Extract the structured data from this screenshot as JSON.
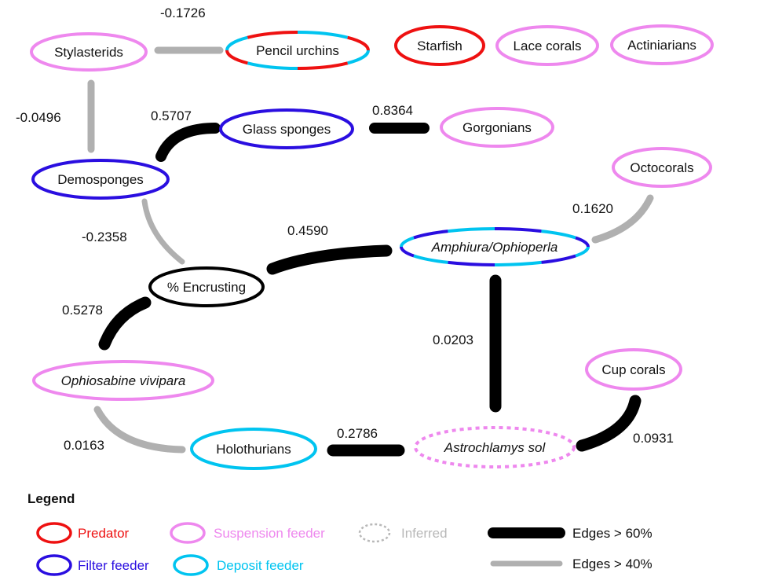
{
  "colors": {
    "predator": "#ee1111",
    "suspension": "#ee88ee",
    "filter": "#2a0ee0",
    "deposit": "#00c4f0",
    "inferred": "#b8b8b8",
    "strong_edge": "#000000",
    "weak_edge": "#b0b0b0"
  },
  "nodes": [
    {
      "id": "stylasterids",
      "label": "Stylasterids",
      "style": "suspension",
      "italic": false
    },
    {
      "id": "pencil",
      "label": "Pencil urchins",
      "style": "predator-deposit",
      "italic": false
    },
    {
      "id": "starfish",
      "label": "Starfish",
      "style": "predator",
      "italic": false
    },
    {
      "id": "lace",
      "label": "Lace corals",
      "style": "suspension",
      "italic": false
    },
    {
      "id": "actin",
      "label": "Actiniarians",
      "style": "suspension",
      "italic": false
    },
    {
      "id": "glass",
      "label": "Glass sponges",
      "style": "filter",
      "italic": false
    },
    {
      "id": "gorgon",
      "label": "Gorgonians",
      "style": "suspension",
      "italic": false
    },
    {
      "id": "demo",
      "label": "Demosponges",
      "style": "filter",
      "italic": false
    },
    {
      "id": "octo",
      "label": "Octocorals",
      "style": "suspension",
      "italic": false
    },
    {
      "id": "amph",
      "label": "Amphiura/Ophioperla",
      "style": "filter-deposit",
      "italic": true
    },
    {
      "id": "encr",
      "label": "% Encrusting",
      "style": "black",
      "italic": false
    },
    {
      "id": "ophio",
      "label": "Ophiosabine vivipara",
      "style": "suspension",
      "italic": true
    },
    {
      "id": "cup",
      "label": "Cup corals",
      "style": "suspension",
      "italic": false
    },
    {
      "id": "holo",
      "label": "Holothurians",
      "style": "deposit",
      "italic": false
    },
    {
      "id": "astro",
      "label": "Astrochlamys sol",
      "style": "inferred-suspension",
      "italic": true
    }
  ],
  "edges": [
    {
      "from": "stylasterids",
      "to": "pencil",
      "value": "-0.1726",
      "strength": "weak"
    },
    {
      "from": "stylasterids",
      "to": "demo",
      "value": "-0.0496",
      "strength": "weak"
    },
    {
      "from": "demo",
      "to": "glass",
      "value": "0.5707",
      "strength": "strong"
    },
    {
      "from": "glass",
      "to": "gorgon",
      "value": "0.8364",
      "strength": "strong"
    },
    {
      "from": "demo",
      "to": "encr",
      "value": "-0.2358",
      "strength": "weak"
    },
    {
      "from": "encr",
      "to": "amph",
      "value": "0.4590",
      "strength": "strong"
    },
    {
      "from": "octo",
      "to": "amph",
      "value": "0.1620",
      "strength": "weak"
    },
    {
      "from": "encr",
      "to": "ophio",
      "value": "0.5278",
      "strength": "strong"
    },
    {
      "from": "amph",
      "to": "astro",
      "value": "0.0203",
      "strength": "strong"
    },
    {
      "from": "ophio",
      "to": "holo",
      "value": "0.0163",
      "strength": "weak"
    },
    {
      "from": "holo",
      "to": "astro",
      "value": "0.2786",
      "strength": "strong"
    },
    {
      "from": "astro",
      "to": "cup",
      "value": "0.0931",
      "strength": "strong"
    }
  ],
  "legend": {
    "title": "Legend",
    "items": [
      {
        "label": "Predator",
        "style": "predator"
      },
      {
        "label": "Suspension feeder",
        "style": "suspension"
      },
      {
        "label": "Inferred",
        "style": "inferred"
      },
      {
        "label": "Filter feeder",
        "style": "filter"
      },
      {
        "label": "Deposit feeder",
        "style": "deposit"
      }
    ],
    "edge_items": [
      {
        "label": "Edges > 60%",
        "strength": "strong"
      },
      {
        "label": "Edges > 40%",
        "strength": "weak"
      }
    ]
  }
}
